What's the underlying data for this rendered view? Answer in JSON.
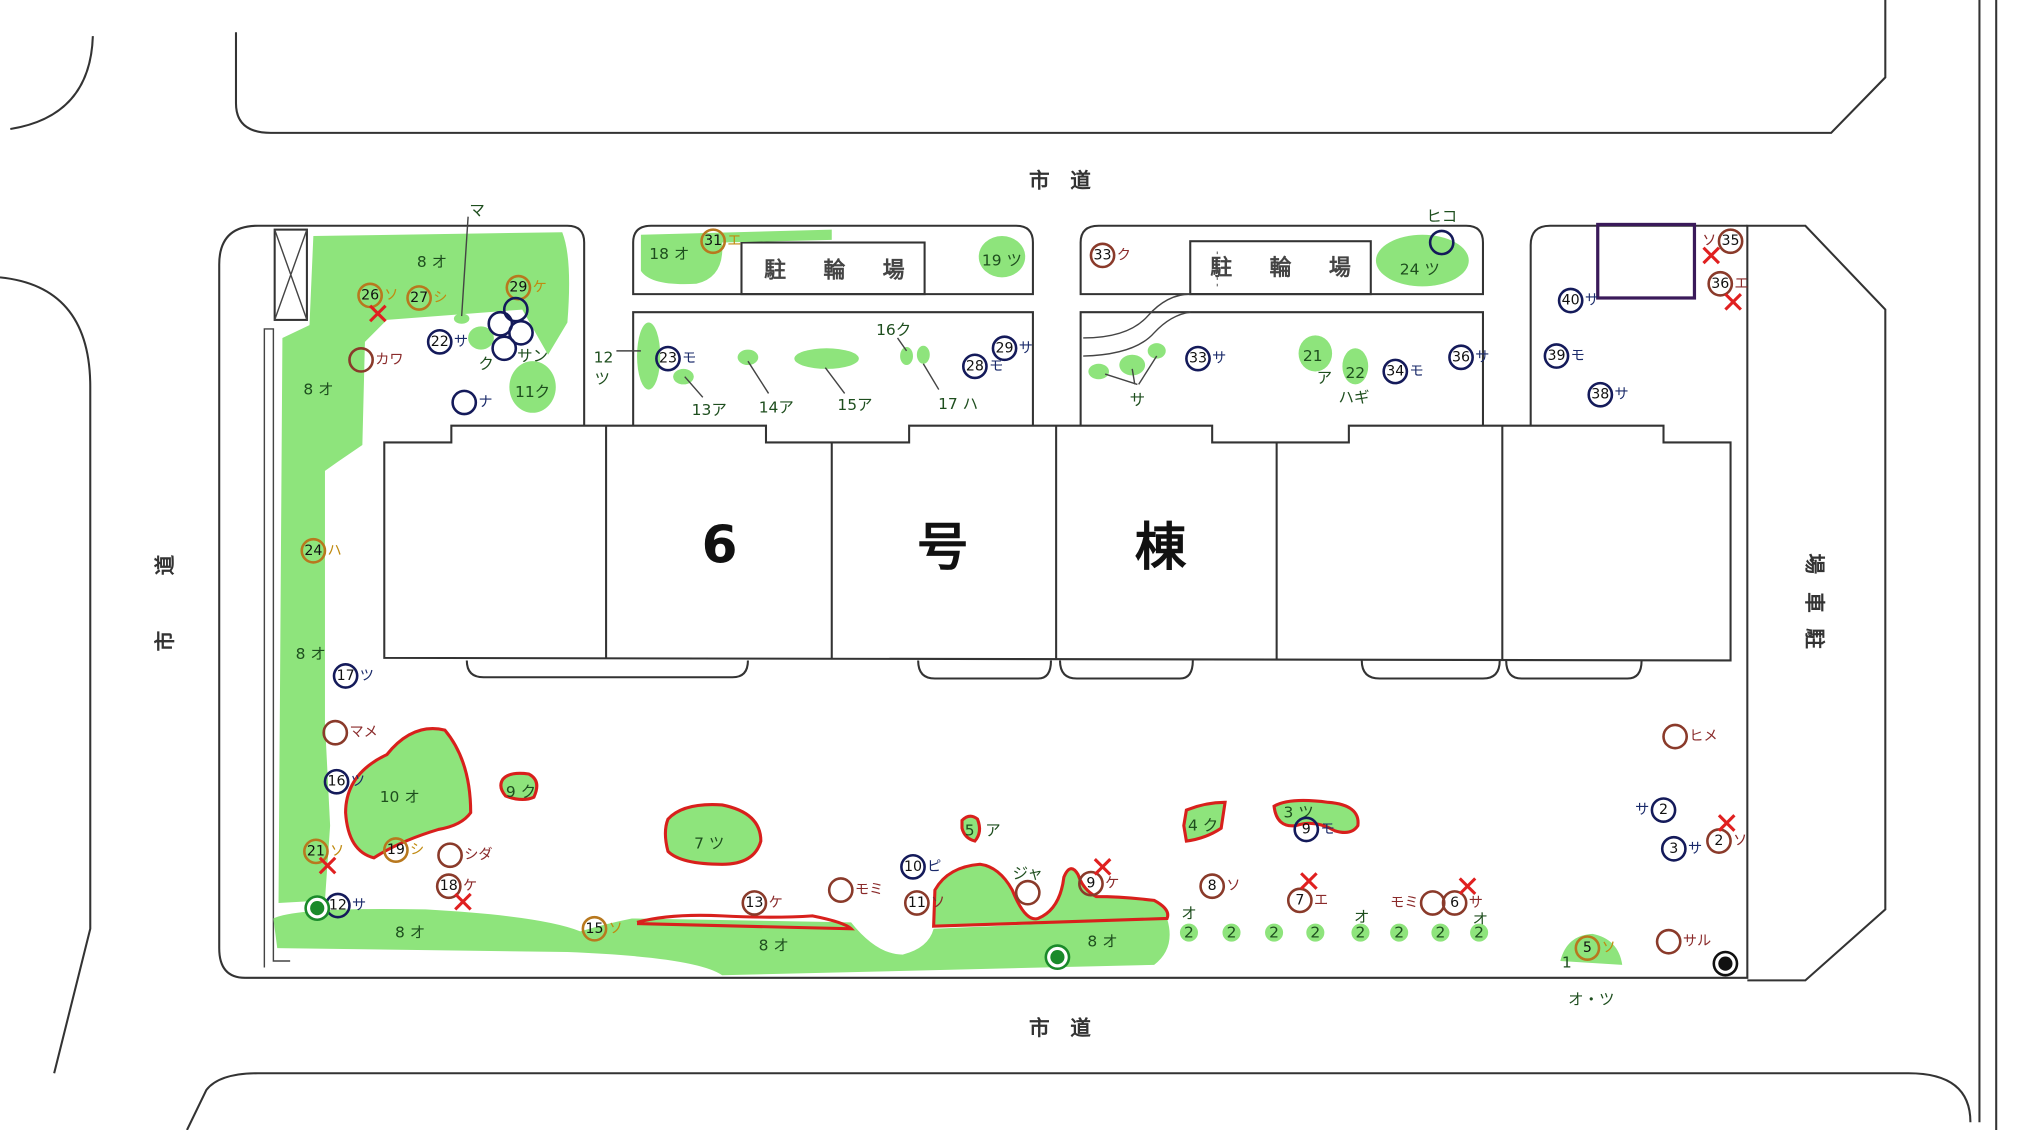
{
  "streets": {
    "top": "市　道",
    "bottom": "市　道",
    "left": [
      "道",
      "市"
    ],
    "right_lot": [
      "場",
      "車",
      "駐"
    ]
  },
  "building": {
    "chars": [
      "6",
      "号",
      "棟"
    ]
  },
  "bike_parking": [
    "駐　輪　場",
    "駐　輪　場"
  ],
  "colors": {
    "planting": "#8ee47c",
    "outline_red": "#d8201c",
    "gold_ring": "#b8781e",
    "brown_ring": "#8a3a2a",
    "navy_ring": "#141a5a",
    "label_green": "#1e4e1e",
    "removed_x": "#e02020"
  },
  "planting_labels": [
    "8 オ",
    "8 オ",
    "8 オ",
    "8 オ",
    "8 オ",
    "8 オ",
    "10 オ",
    "9 ク",
    "7 ツ",
    "4 ク",
    "3 ツ",
    "11ク",
    "18 オ",
    "19 ツ",
    "24 ツ",
    "21",
    "ア",
    "22",
    "ハギ",
    "サ",
    "ク",
    "サン",
    "マ",
    "12",
    "ツ",
    "13ア",
    "14ア",
    "15ア",
    "16ク",
    "17 ハ",
    "ア",
    "5",
    "オ",
    "オ",
    "オ",
    "1",
    "オ・ツ",
    "ヒコ",
    "ジャ"
  ],
  "hedge_units": [
    "2",
    "2",
    "2",
    "2",
    "2",
    "2",
    "2",
    "2"
  ],
  "markers": [
    {
      "num": "26",
      "label": "ソ",
      "type": "gold"
    },
    {
      "num": "27",
      "label": "シ",
      "type": "gold"
    },
    {
      "num": "29",
      "label": "ケ",
      "type": "gold"
    },
    {
      "num": "31",
      "label": "エ",
      "type": "gold"
    },
    {
      "num": "24",
      "label": "ハ",
      "type": "gold"
    },
    {
      "num": "21",
      "label": "ソ",
      "type": "gold"
    },
    {
      "num": "19",
      "label": "シ",
      "type": "gold"
    },
    {
      "num": "15",
      "label": "ソ",
      "type": "gold"
    },
    {
      "num": "5",
      "label": "ソ",
      "type": "gold"
    },
    {
      "num": "",
      "label": "カワ",
      "type": "brown"
    },
    {
      "num": "33",
      "label": "ク",
      "type": "brown"
    },
    {
      "num": "35",
      "label": "ソ",
      "type": "brown"
    },
    {
      "num": "36",
      "label": "エ",
      "type": "brown"
    },
    {
      "num": "",
      "label": "マメ",
      "type": "brown"
    },
    {
      "num": "",
      "label": "シダ",
      "type": "brown"
    },
    {
      "num": "18",
      "label": "ケ",
      "type": "brown"
    },
    {
      "num": "13",
      "label": "ケ",
      "type": "brown"
    },
    {
      "num": "",
      "label": "モミ",
      "type": "brown"
    },
    {
      "num": "11",
      "label": "ソ",
      "type": "brown"
    },
    {
      "num": "",
      "label": "",
      "type": "brown"
    },
    {
      "num": "9",
      "label": "ケ",
      "type": "brown"
    },
    {
      "num": "8",
      "label": "ソ",
      "type": "brown"
    },
    {
      "num": "7",
      "label": "エ",
      "type": "brown"
    },
    {
      "num": "",
      "label": "モミ",
      "type": "brown"
    },
    {
      "num": "6",
      "label": "サ",
      "type": "brown"
    },
    {
      "num": "",
      "label": "ヒメ",
      "type": "brown"
    },
    {
      "num": "2",
      "label": "ソ",
      "type": "brown"
    },
    {
      "num": "",
      "label": "サル",
      "type": "brown"
    },
    {
      "num": "22",
      "label": "サ",
      "type": "navy"
    },
    {
      "num": "",
      "label": "ナ",
      "type": "navy"
    },
    {
      "num": "",
      "label": "",
      "type": "navy"
    },
    {
      "num": "",
      "label": "",
      "type": "navy"
    },
    {
      "num": "",
      "label": "",
      "type": "navy"
    },
    {
      "num": "",
      "label": "",
      "type": "navy"
    },
    {
      "num": "23",
      "label": "モ",
      "type": "navy"
    },
    {
      "num": "28",
      "label": "モ",
      "type": "navy"
    },
    {
      "num": "29",
      "label": "サ",
      "type": "navy"
    },
    {
      "num": "",
      "label": "",
      "type": "navy"
    },
    {
      "num": "33",
      "label": "サ",
      "type": "navy"
    },
    {
      "num": "34",
      "label": "モ",
      "type": "navy"
    },
    {
      "num": "36",
      "label": "サ",
      "type": "navy"
    },
    {
      "num": "40",
      "label": "サ",
      "type": "navy"
    },
    {
      "num": "39",
      "label": "モ",
      "type": "navy"
    },
    {
      "num": "38",
      "label": "サ",
      "type": "navy"
    },
    {
      "num": "17",
      "label": "ツ",
      "type": "navy"
    },
    {
      "num": "16",
      "label": "ツ",
      "type": "navy"
    },
    {
      "num": "12",
      "label": "サ",
      "type": "navy"
    },
    {
      "num": "10",
      "label": "ピ",
      "type": "navy"
    },
    {
      "num": "9",
      "label": "モ",
      "type": "navy"
    },
    {
      "num": "2",
      "label": "サ",
      "type": "navy"
    },
    {
      "num": "3",
      "label": "サ",
      "type": "navy"
    }
  ]
}
